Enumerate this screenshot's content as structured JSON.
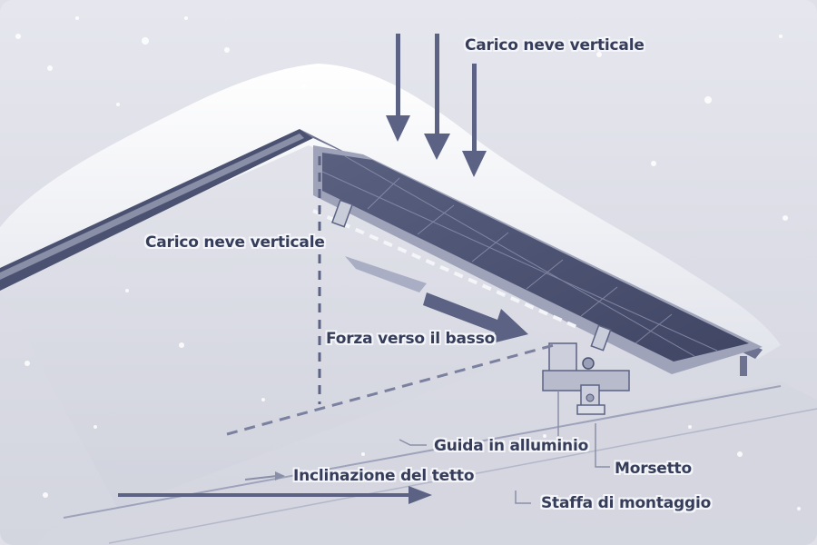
{
  "diagram": {
    "theme_colors": {
      "ink": "#363d5a",
      "arrow": "#5b6284",
      "panel": "#4a5070",
      "snow": "#f4f5f9",
      "background": "#dfe0e8"
    },
    "labels": {
      "vertical_snow_load_top": "Carico neve verticale",
      "vertical_snow_load_left": "Carico neve verticale",
      "downward_force": "Forza verso il basso",
      "aluminum_rail": "Guida in alluminio",
      "clamp": "Morsetto",
      "roof_pitch": "Inclinazione del tetto",
      "mounting_bracket": "Staffa di montaggio"
    },
    "icons": [
      "down-arrow-icon",
      "down-arrow-icon",
      "down-arrow-icon",
      "diagonal-force-arrow-icon",
      "roof-pitch-arrow-icon"
    ]
  }
}
